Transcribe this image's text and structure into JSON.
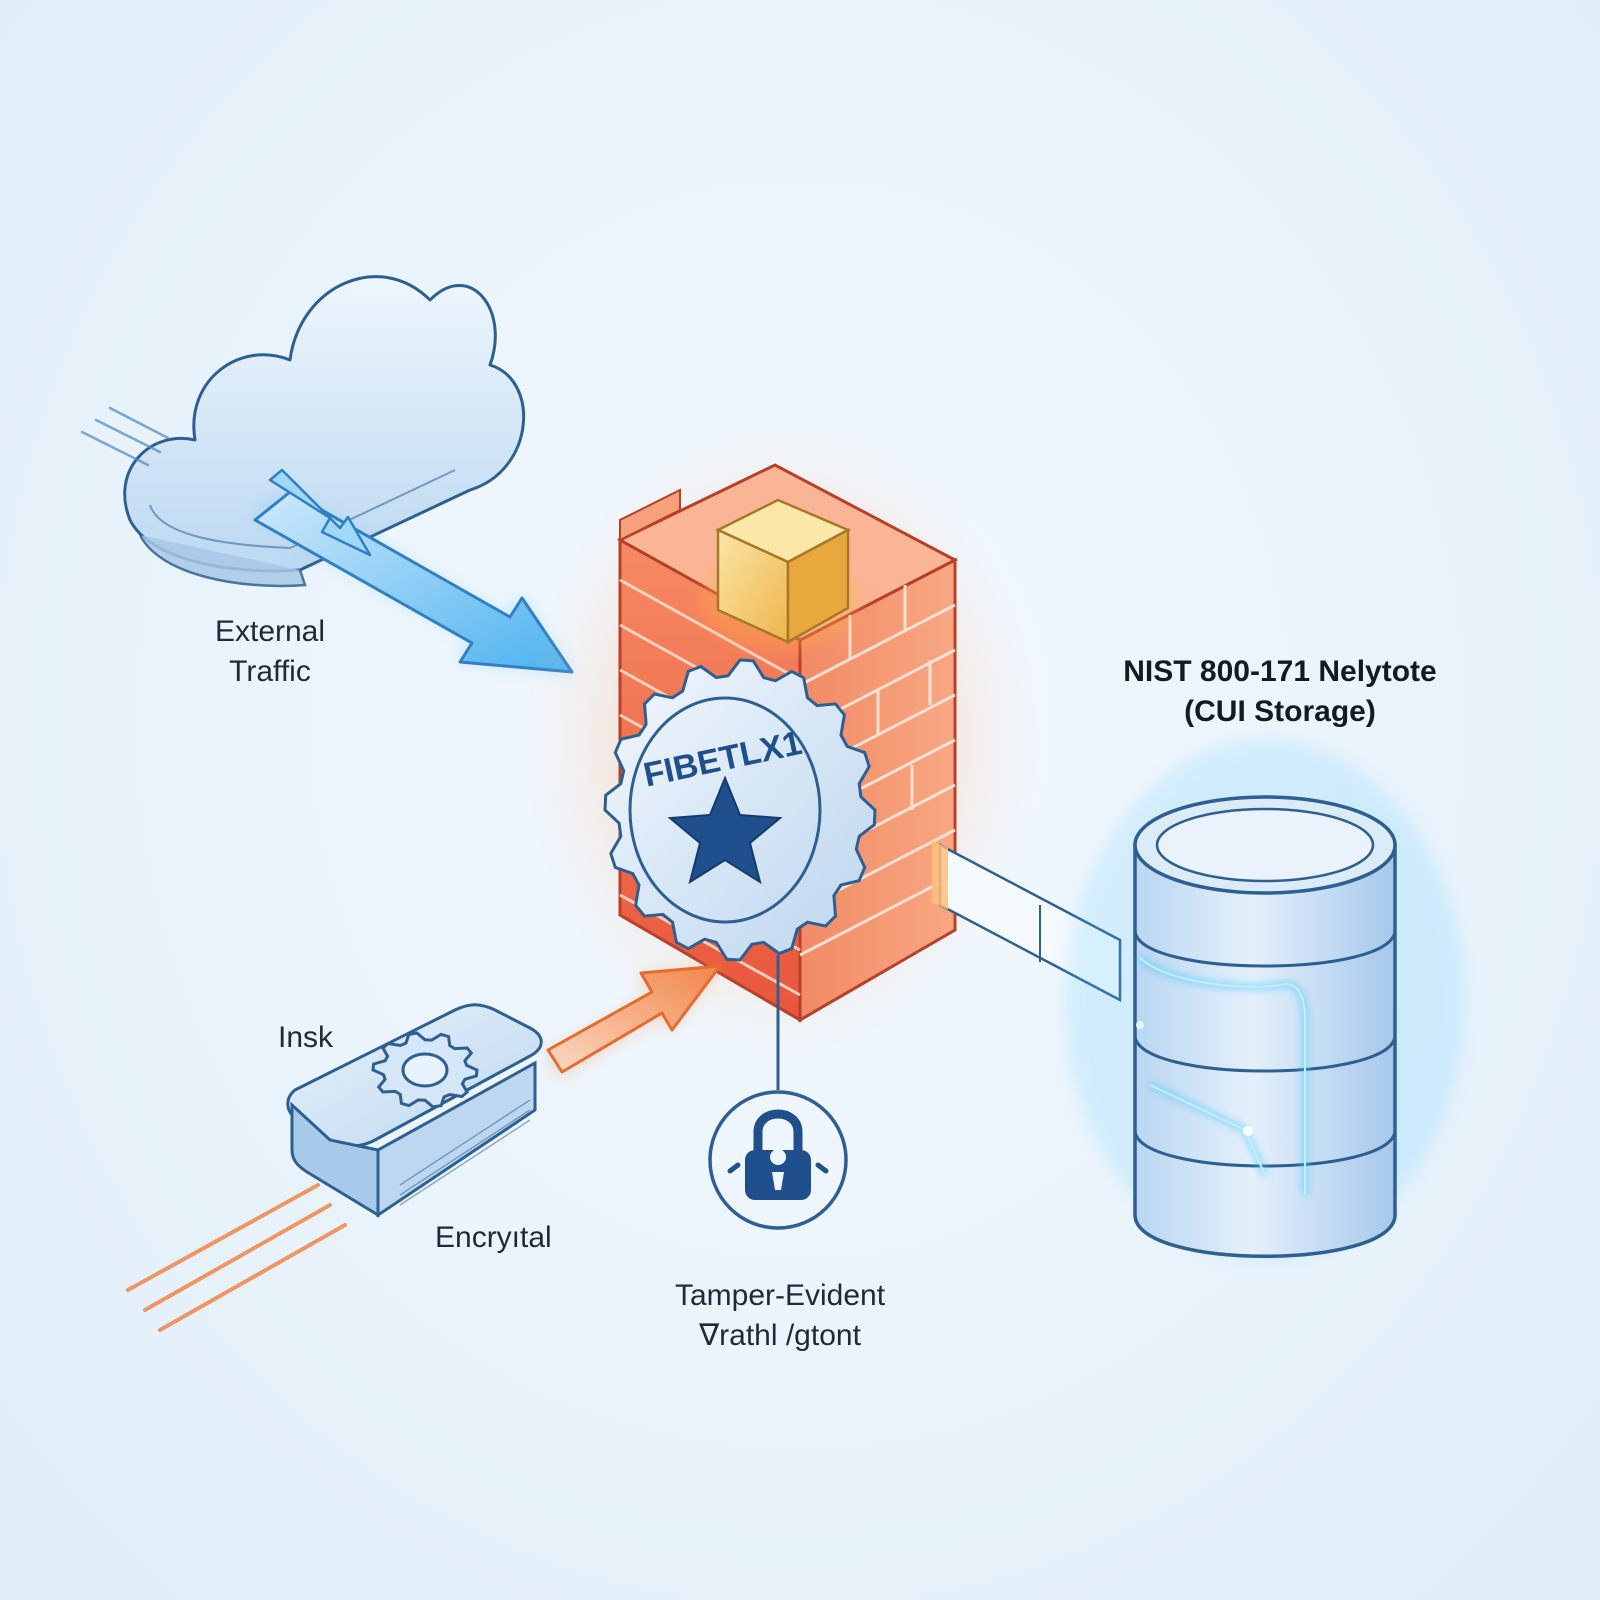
{
  "labels": {
    "external_line1": "External",
    "external_line2": "Traffic",
    "storage_line1": "NIST 800-171 Nelytote",
    "storage_line2": "(CUI Storage)",
    "insk": "Insk",
    "encrypital": "Encryıtal",
    "tamper_line1": "Tamper-Evident",
    "tamper_line2": "∇rathl /gtont"
  },
  "seal": {
    "text": "FIBETLX1",
    "symbol": "star"
  },
  "icons": {
    "cloud": "cloud-icon",
    "firewall": "brick-firewall-icon",
    "gold_cube": "cube-icon",
    "seal": "gear-seal-icon",
    "padlock": "padlock-icon",
    "module": "gear-module-icon",
    "database": "database-cylinder-icon"
  },
  "colors": {
    "outline": "#2e5f93",
    "cloud_fill": "#d6e8f7",
    "blue_arrow": "#4fb3ef",
    "orange_arrow": "#f08a4b",
    "brick": "#ef6a47",
    "brick_glow": "#ff8a3a",
    "gold": "#f1c35a",
    "seal_star": "#1f4f8c",
    "db_glow": "#56c8ff"
  }
}
